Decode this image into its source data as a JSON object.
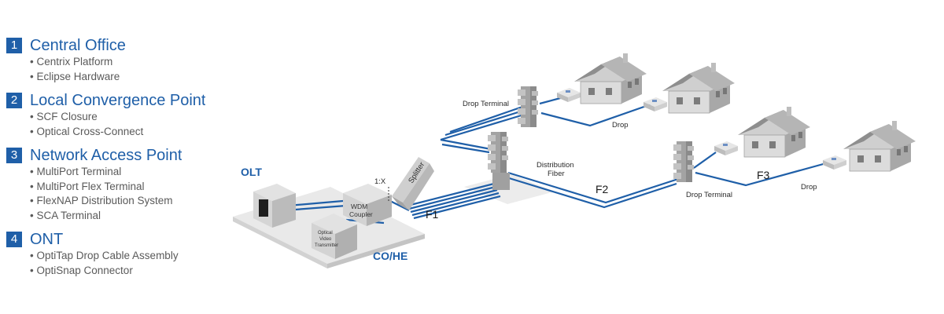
{
  "legend": [
    {
      "number": "1",
      "title": "Central Office",
      "items": [
        "Centrix Platform",
        "Eclipse Hardware"
      ]
    },
    {
      "number": "2",
      "title": "Local Convergence Point",
      "items": [
        "SCF Closure",
        "Optical Cross-Connect"
      ]
    },
    {
      "number": "3",
      "title": "Network Access Point",
      "items": [
        "MultiPort Terminal",
        "MultiPort Flex Terminal",
        "FlexNAP Distribution System",
        "SCA Terminal"
      ]
    },
    {
      "number": "4",
      "title": "ONT",
      "items": [
        "OptiTap Drop Cable Assembly",
        "OptiSnap Connector"
      ]
    }
  ],
  "diagram": {
    "olt": "OLT",
    "co_he": "CO/HE",
    "wdm_coupler": [
      "WDM",
      "Coupler"
    ],
    "optical_video_transmitter": [
      "Optical",
      "Video",
      "Transmitter"
    ],
    "one_x": "1:X",
    "splitter": "Splitter",
    "f1": "F1",
    "f2": "F2",
    "f3": "F3",
    "distribution_fiber": [
      "Distribution",
      "Fiber"
    ],
    "drop_terminal_upper": "Drop Terminal",
    "drop_terminal_lower": "Drop Terminal",
    "drop_upper": "Drop",
    "drop_lower": "Drop"
  },
  "colors": {
    "accent": "#1f5fa8",
    "fiber": "#1f5fa8",
    "text_gray": "#5a5a5a"
  }
}
